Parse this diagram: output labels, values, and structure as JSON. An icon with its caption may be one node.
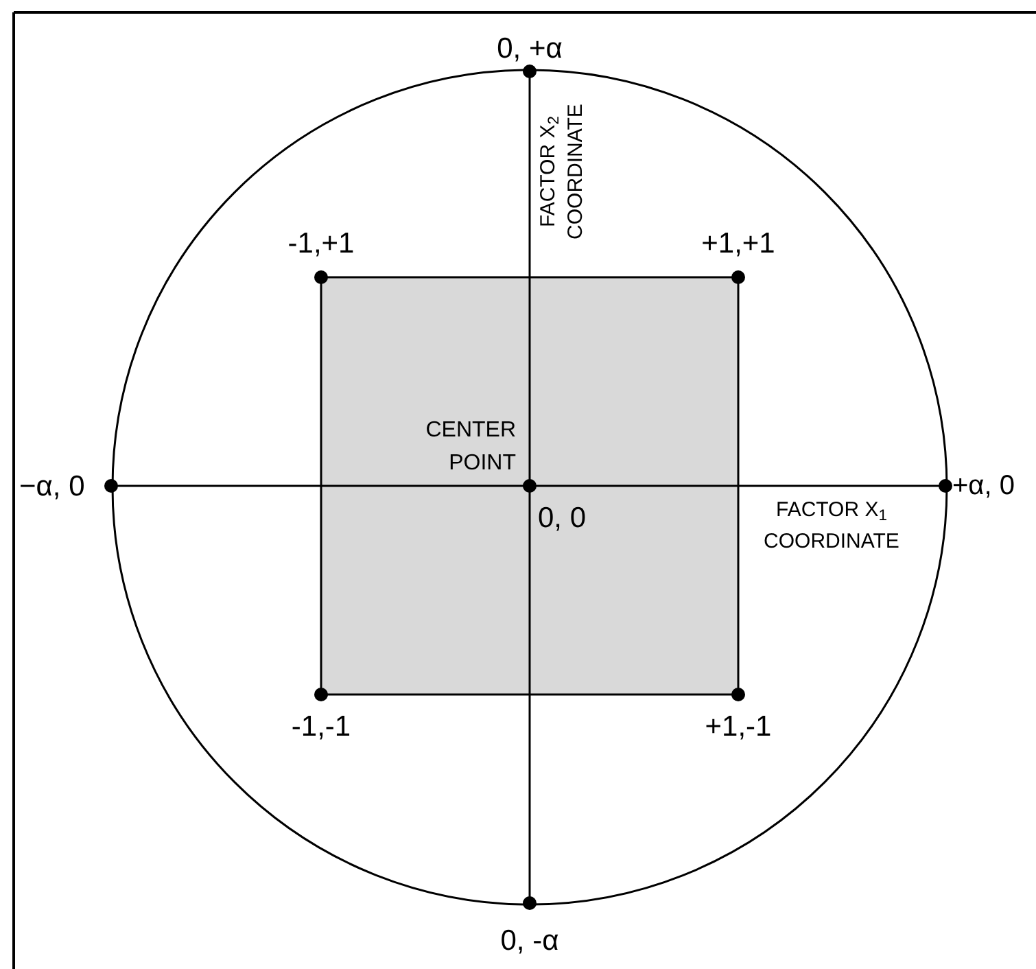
{
  "diagram": {
    "labels": [
      "0, +α",
      "FACTOR X$_{2}$ COORDINATE",
      "-1,+1",
      "+1,+1",
      "CENTER POINT",
      "−α, 0",
      "+α, 0",
      "0, 0",
      "FACTOR X$_{1}$ COORDINATE",
      "-1,-1",
      "+1,-1",
      "0, -α"
    ]
  }
}
